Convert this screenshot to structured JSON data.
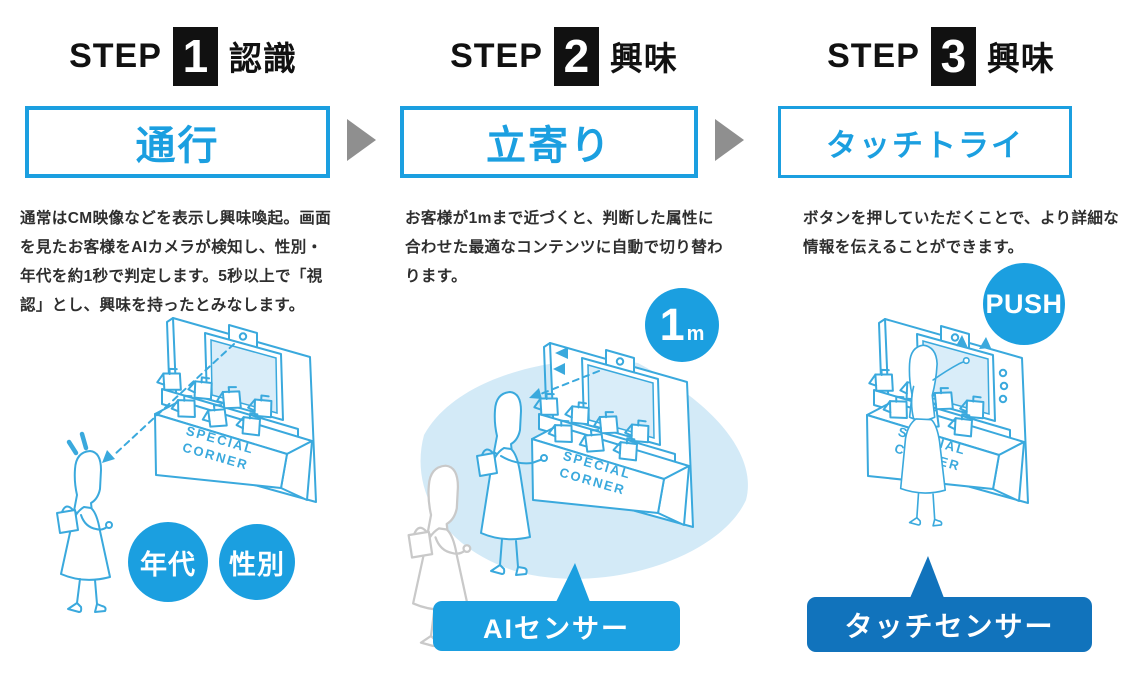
{
  "colors": {
    "accent": "#1b9fe0",
    "accent_dark": "#1173bc",
    "line": "#3aa9dd",
    "light_fill": "#d3eaf7",
    "screen_fill": "#d9edf9",
    "ghost": "#c9c9c9",
    "arrow_gray": "#8f8f8f",
    "step_black": "#111111",
    "text": "#2e2e2e"
  },
  "stand_sign": {
    "line1": "SPECIAL",
    "line2": "CORNER"
  },
  "steps": [
    {
      "step_word": "STEP",
      "number": "1",
      "category": "認識",
      "box_label": "通行",
      "desc_lines": [
        "通常はCM映像などを表示し興味喚起。画面",
        "を見たお客様をAIカメラが検知し、性別・",
        "年代を約1秒で判定します。5秒以上で「視",
        "認」とし、興味を持ったとみなします。"
      ],
      "attribute_badges": [
        "年代",
        "性別"
      ]
    },
    {
      "step_word": "STEP",
      "number": "2",
      "category": "興味",
      "box_label": "立寄り",
      "desc_lines": [
        "お客様が1mまで近づくと、判断した属性に",
        "合わせた最適なコンテンツに自動で切り替わ",
        "ります。"
      ],
      "distance_badge": {
        "value": "1",
        "unit": "m"
      },
      "sensor_label": "AIセンサー"
    },
    {
      "step_word": "STEP",
      "number": "3",
      "category": "興味",
      "box_label": "タッチトライ",
      "desc_lines": [
        "ボタンを押していただくことで、より詳細な",
        "情報を伝えることができます。"
      ],
      "action_badge": "PUSH",
      "sensor_label": "タッチセンサー"
    }
  ]
}
